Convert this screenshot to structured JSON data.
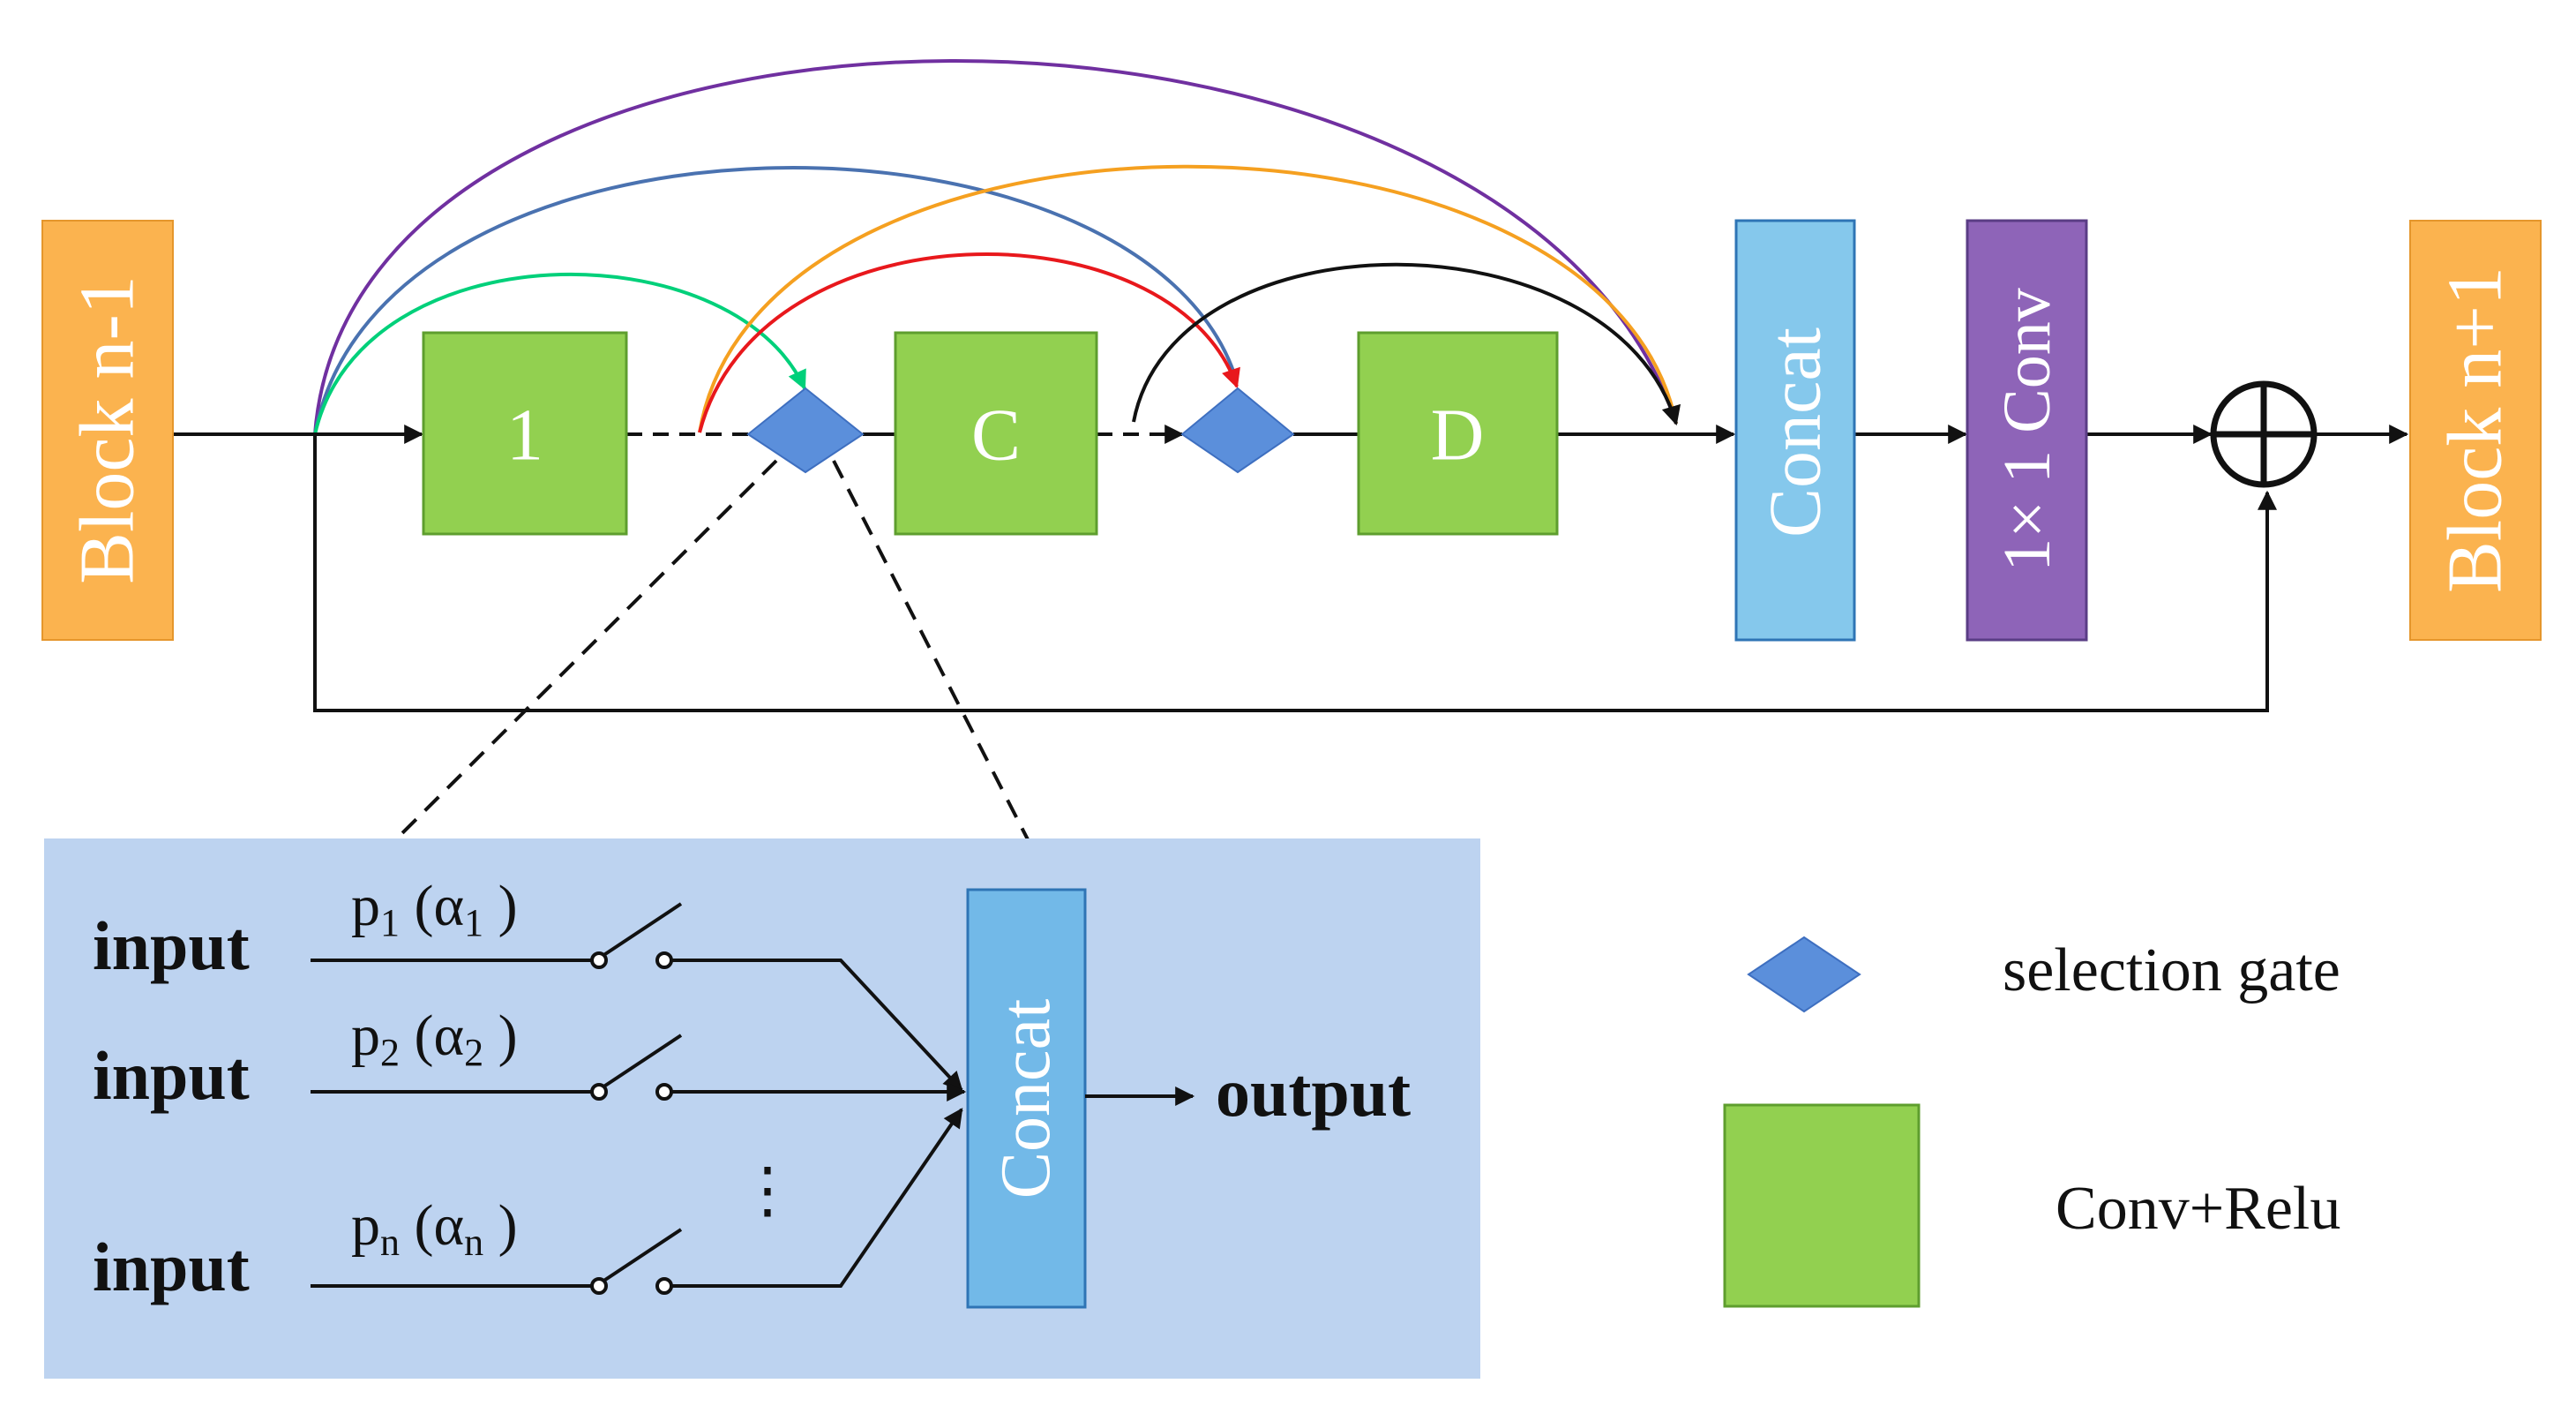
{
  "colors": {
    "block_orange": "#FBB34F",
    "conv_green": "#92D050",
    "conv_green_border": "#5E9E2E",
    "concat_blue": "#85C8EC",
    "concat_border": "#2E74B5",
    "conv1x1_purple": "#8E64B8",
    "gate_blue": "#5B8FDB",
    "inset_bg": "#BDD3F0",
    "arc_purple": "#7030A0",
    "arc_steelblue": "#4A72B0",
    "arc_green": "#00D07A",
    "arc_orange": "#F5A020",
    "arc_red": "#E8181C",
    "arc_black": "#111111"
  },
  "blocks": {
    "block_prev": "Block n-1",
    "block_next": "Block n+1"
  },
  "conv_units": {
    "first": "1",
    "middle": "C",
    "last": "D"
  },
  "concat_label": "Concat",
  "conv1x1_label": "1× 1 Conv",
  "inset": {
    "input_label_1": "input",
    "input_label_2": "input",
    "input_label_3": "input",
    "prob_1_base": "p",
    "prob_1_sub": "1",
    "prob_1_alpha": "α",
    "prob_1_alpha_sub": "1",
    "prob_2_base": "p",
    "prob_2_sub": "2",
    "prob_2_alpha": "α",
    "prob_2_alpha_sub": "2",
    "prob_n_base": "p",
    "prob_n_sub": "n",
    "prob_n_alpha": "α",
    "prob_n_alpha_sub": "n",
    "ellipsis": "⋮",
    "concat_label": "Concat",
    "output_label": "output"
  },
  "legend": {
    "selection_gate": "selection gate",
    "conv_relu": "Conv+Relu"
  }
}
